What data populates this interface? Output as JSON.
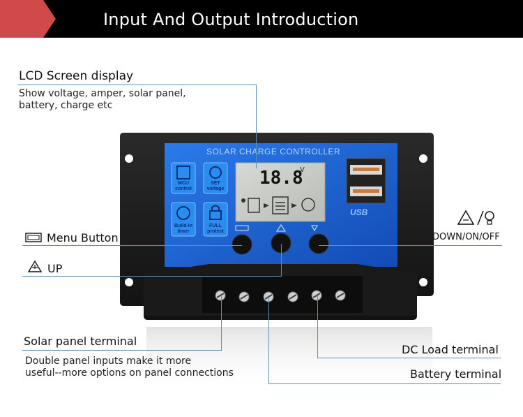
{
  "header": {
    "title": "Input And Output Introduction",
    "accent_color": "#d04a4a"
  },
  "callouts": {
    "lcd": {
      "title": "LCD Screen display",
      "desc_line1": "Show voltage, amper, solar panel,",
      "desc_line2": "battery, charge etc"
    },
    "menu": {
      "label": "Menu Button",
      "icon": "menu-rectangle-icon"
    },
    "up": {
      "label": "UP",
      "icon": "warning-triangle-icon"
    },
    "down": {
      "label": "DOWN/ON/OFF",
      "icon": "triangle-bulb-icon"
    },
    "solar": {
      "label": "Solar panel terminal",
      "desc_line1": "Double panel inputs make it more",
      "desc_line2": "useful--more options on panel connections"
    },
    "load": {
      "label": "DC Load terminal"
    },
    "battery": {
      "label": "Battery terminal"
    }
  },
  "device": {
    "brand_text": "SOLAR CHARGE CONTROLLER",
    "lcd_reading": "18.8",
    "lcd_unit": "V",
    "usb_label": "USB",
    "icons": [
      {
        "name": "mcu-icon",
        "text1": "MCU",
        "text2": "control"
      },
      {
        "name": "set-icon",
        "text1": "SET",
        "text2": "voltage"
      },
      {
        "name": "timer-icon",
        "text1": "Build-in",
        "text2": "timer"
      },
      {
        "name": "lock-icon",
        "text1": "FULL",
        "text2": "protect"
      }
    ],
    "panel_color": "#1f5fd6",
    "body_color": "#1a1a1a"
  }
}
